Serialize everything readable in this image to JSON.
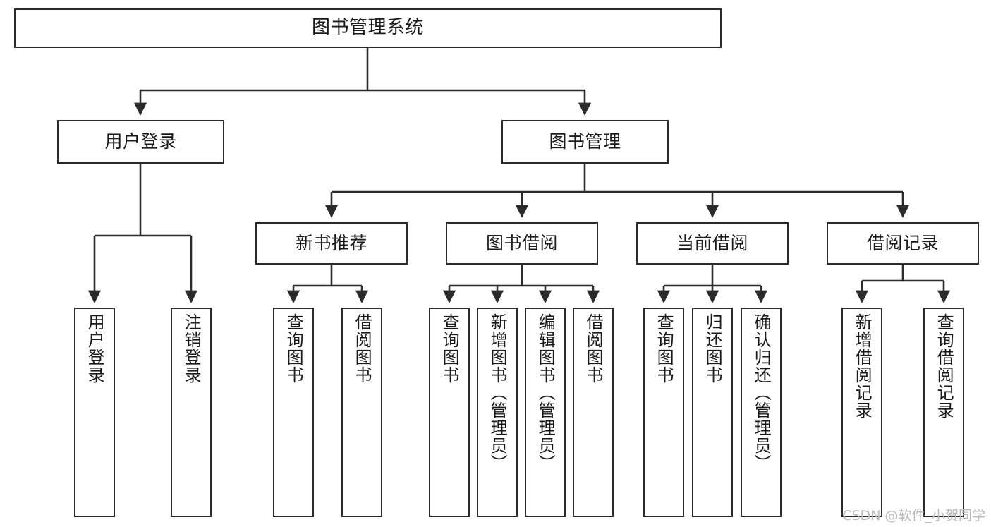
{
  "diagram": {
    "type": "tree-hierarchy",
    "title": "图书管理系统",
    "watermark": "CSDN @软件_小贺同学",
    "colors": {
      "box_border": "#2b2b2b",
      "box_fill": "#ffffff",
      "edge": "#2b2b2b",
      "text": "#1a1a1a",
      "watermark": "#b9b9b9",
      "background": "#ffffff"
    },
    "nodes": {
      "root": {
        "label": "图书管理系统"
      },
      "level1": [
        {
          "id": "user-login",
          "label": "用户登录"
        },
        {
          "id": "book-manage",
          "label": "图书管理"
        }
      ],
      "level2": [
        {
          "id": "new-book-rec",
          "label": "新书推荐"
        },
        {
          "id": "book-borrow",
          "label": "图书借阅"
        },
        {
          "id": "current-borrow",
          "label": "当前借阅"
        },
        {
          "id": "borrow-record",
          "label": "借阅记录"
        }
      ],
      "leaves": {
        "user-login": [
          {
            "id": "leaf-user-login",
            "label": "用户登录"
          },
          {
            "id": "leaf-logout",
            "label": "注销登录"
          }
        ],
        "new-book-rec": [
          {
            "id": "leaf-query-book-1",
            "label": "查询图书"
          },
          {
            "id": "leaf-borrow-book-1",
            "label": "借阅图书"
          }
        ],
        "book-borrow": [
          {
            "id": "leaf-query-book-2",
            "label": "查询图书"
          },
          {
            "id": "leaf-add-book",
            "label": "新增图书（管理员）"
          },
          {
            "id": "leaf-edit-book",
            "label": "编辑图书（管理员）"
          },
          {
            "id": "leaf-borrow-book-2",
            "label": "借阅图书"
          }
        ],
        "current-borrow": [
          {
            "id": "leaf-query-book-3",
            "label": "查询图书"
          },
          {
            "id": "leaf-return-book",
            "label": "归还图书"
          },
          {
            "id": "leaf-confirm-return",
            "label": "确认归还（管理员）"
          }
        ],
        "borrow-record": [
          {
            "id": "leaf-add-record",
            "label": "新增借阅记录"
          },
          {
            "id": "leaf-query-record",
            "label": "查询借阅记录"
          }
        ]
      }
    }
  }
}
